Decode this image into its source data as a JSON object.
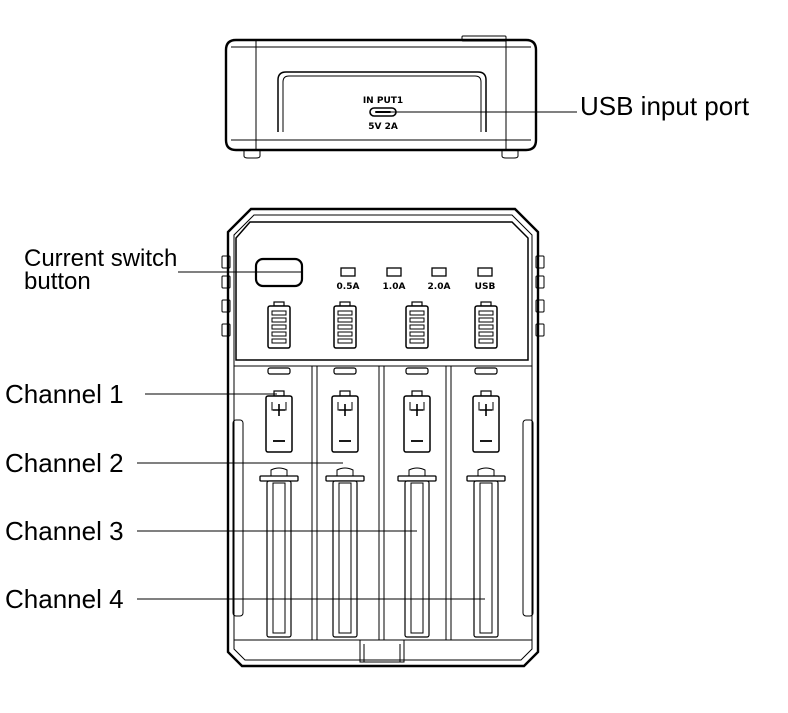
{
  "port_label": {
    "line1": "IN PUT1",
    "line2": "5V 2A"
  },
  "modes": [
    {
      "label": "0.5A"
    },
    {
      "label": "1.0A"
    },
    {
      "label": "2.0A"
    },
    {
      "label": "USB"
    }
  ],
  "callouts": {
    "usb_input_port": "USB input port",
    "current_switch_line1": "Current switch",
    "current_switch_line2": "button",
    "channels": [
      "Channel 1",
      "Channel 2",
      "Channel 3",
      "Channel 4"
    ]
  }
}
